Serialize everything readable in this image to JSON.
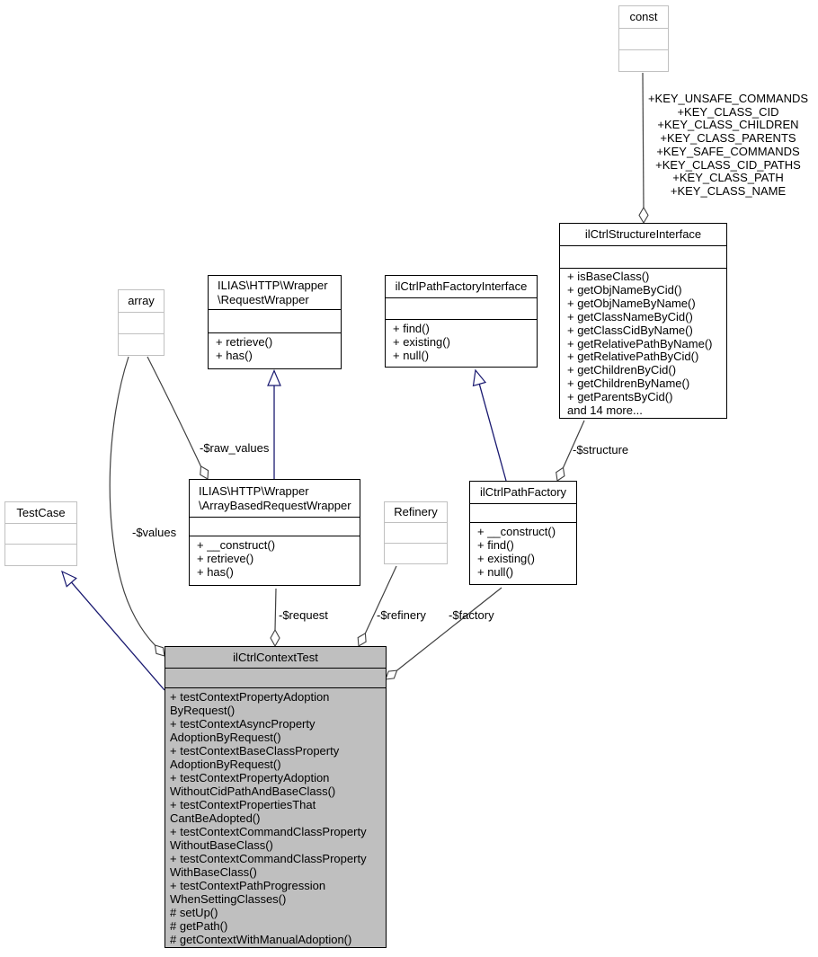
{
  "colors": {
    "highlight_fill": "#bfbfbf",
    "external_border": "#c0c0c0",
    "edge_color": "#404040",
    "inheritance_color": "#191970"
  },
  "classes": {
    "const_box": {
      "title": "const"
    },
    "array_box": {
      "title": "array"
    },
    "test_case": {
      "title": "TestCase"
    },
    "refinery": {
      "title": "Refinery"
    },
    "request_wrapper": {
      "title": "ILIAS\\HTTP\\Wrapper\n\\RequestWrapper",
      "methods": [
        "+ retrieve()",
        "+ has()"
      ]
    },
    "path_factory_interface": {
      "title": "ilCtrlPathFactoryInterface",
      "methods": [
        "+ find()",
        "+ existing()",
        "+ null()"
      ]
    },
    "structure_interface": {
      "title": "ilCtrlStructureInterface",
      "methods": [
        "+ isBaseClass()",
        "+ getObjNameByCid()",
        "+ getObjNameByName()",
        "+ getClassNameByCid()",
        "+ getClassCidByName()",
        "+ getRelativePathByName()",
        "+ getRelativePathByCid()",
        "+ getChildrenByCid()",
        "+ getChildrenByName()",
        "+ getParentsByCid()",
        "and 14 more..."
      ]
    },
    "array_based_request_wrapper": {
      "title": "ILIAS\\HTTP\\Wrapper\n\\ArrayBasedRequestWrapper",
      "methods": [
        "+ __construct()",
        "+ retrieve()",
        "+ has()"
      ]
    },
    "path_factory": {
      "title": "ilCtrlPathFactory",
      "methods": [
        "+ __construct()",
        "+ find()",
        "+ existing()",
        "+ null()"
      ]
    },
    "context_test": {
      "title": "ilCtrlContextTest",
      "methods": [
        "+ testContextPropertyAdoption\nByRequest()",
        "+ testContextAsyncProperty\nAdoptionByRequest()",
        "+ testContextBaseClassProperty\nAdoptionByRequest()",
        "+ testContextPropertyAdoption\nWithoutCidPathAndBaseClass()",
        "+ testContextPropertiesThat\nCantBeAdopted()",
        "+ testContextCommandClassProperty\nWithoutBaseClass()",
        "+ testContextCommandClassProperty\nWithBaseClass()",
        "+ testContextPathProgression\nWhenSettingClasses()",
        "# setUp()",
        "# getPath()",
        "# getContextWithManualAdoption()"
      ]
    }
  },
  "edge_labels": {
    "const_members": "+KEY_UNSAFE_COMMANDS\n+KEY_CLASS_CID\n+KEY_CLASS_CHILDREN\n+KEY_CLASS_PARENTS\n+KEY_SAFE_COMMANDS\n+KEY_CLASS_CID_PATHS\n+KEY_CLASS_PATH\n+KEY_CLASS_NAME",
    "structure": "-$structure",
    "raw_values": "-$raw_values",
    "values": "-$values",
    "request": "-$request",
    "refinery": "-$refinery",
    "factory": "-$factory"
  }
}
